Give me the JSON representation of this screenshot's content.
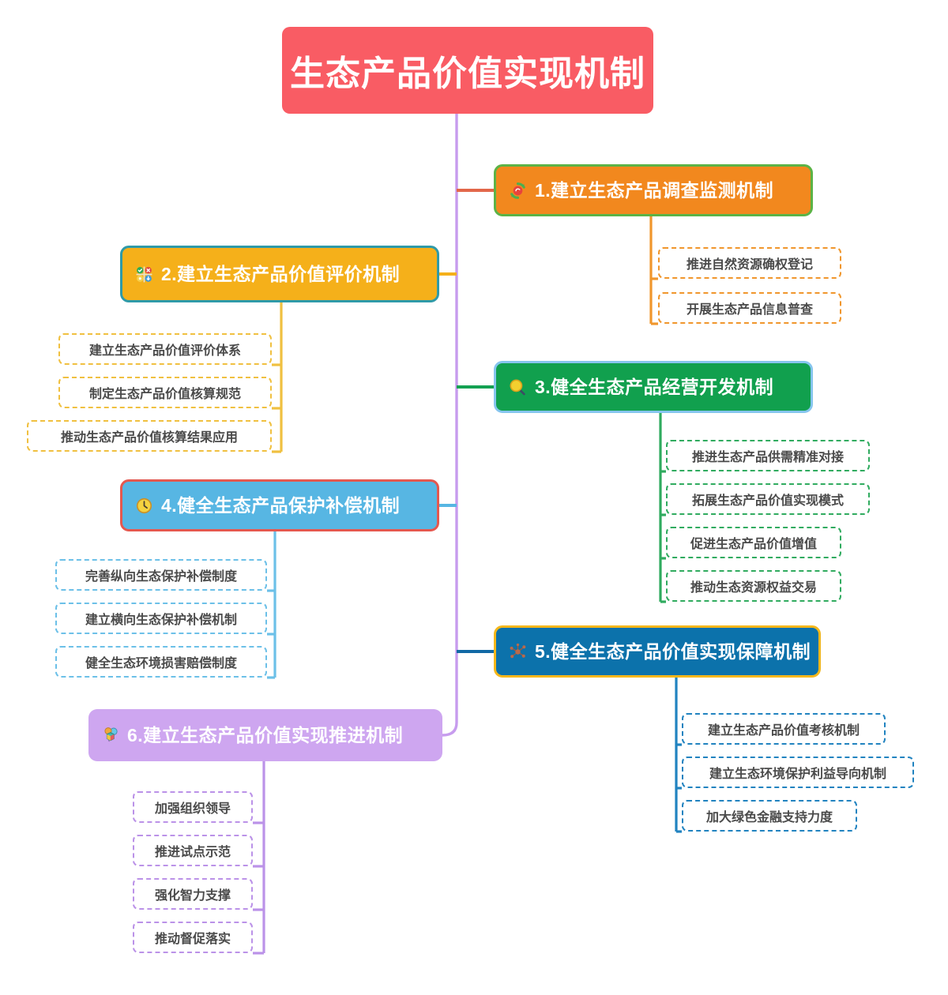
{
  "diagram": {
    "type": "mind-map",
    "title": "生态产品价值实现机制",
    "orientation": "double-sided",
    "background": "#ffffff"
  },
  "root": {
    "label": "生态产品价值实现机制",
    "fill": "#f95c64",
    "text_color": "#ffffff",
    "spine_color": "#c79cee"
  },
  "branches": [
    {
      "number": "1",
      "label": "1.建立生态产品调查监测机制",
      "icon": "recycle-arrows-icon",
      "side": "right",
      "fill": "#f2881e",
      "border": "#5cb346",
      "connector": "#e2674a",
      "leaf_border": "#f0962c",
      "children": [
        {
          "label": "推进自然资源确权登记"
        },
        {
          "label": "开展生态产品信息普查"
        }
      ]
    },
    {
      "number": "2",
      "label": "2.建立生态产品价值评价机制",
      "icon": "matrix-grid-icon",
      "side": "left",
      "fill": "#f5b01a",
      "border": "#2f9aa8",
      "connector": "#f5b01a",
      "leaf_border": "#f0c040",
      "children": [
        {
          "label": "建立生态产品价值评价体系"
        },
        {
          "label": "制定生态产品价值核算规范"
        },
        {
          "label": "推动生态产品价值核算结果应用"
        }
      ]
    },
    {
      "number": "3",
      "label": "3.健全生态产品经营开发机制",
      "icon": "magnifier-icon",
      "side": "right",
      "fill": "#11a04e",
      "border": "#86c5ee",
      "connector": "#14a152",
      "leaf_border": "#30ab5f",
      "children": [
        {
          "label": "推进生态产品供需精准对接"
        },
        {
          "label": "拓展生态产品价值实现模式"
        },
        {
          "label": "促进生态产品价值增值"
        },
        {
          "label": "推动生态资源权益交易"
        }
      ]
    },
    {
      "number": "4",
      "label": "4.健全生态产品保护补偿机制",
      "icon": "clock-icon",
      "side": "left",
      "fill": "#57b6e3",
      "border": "#e4584f",
      "connector": "#57b6e3",
      "leaf_border": "#6cc0e8",
      "children": [
        {
          "label": "完善纵向生态保护补偿制度"
        },
        {
          "label": "建立横向生态保护补偿机制"
        },
        {
          "label": "健全生态环境损害赔偿制度"
        }
      ]
    },
    {
      "number": "5",
      "label": "5.健全生态产品价值实现保障机制",
      "icon": "network-nodes-icon",
      "side": "right",
      "fill": "#0c72ab",
      "border": "#f5b71a",
      "connector": "#1169a5",
      "leaf_border": "#2183c0",
      "children": [
        {
          "label": "建立生态产品价值考核机制"
        },
        {
          "label": "建立生态环境保护利益导向机制"
        },
        {
          "label": "加大绿色金融支持力度"
        }
      ]
    },
    {
      "number": "6",
      "label": "6.建立生态产品价值实现推进机制",
      "icon": "balloons-cube-icon",
      "side": "left",
      "fill": "#cea6f0",
      "border": "#cea6f0",
      "connector": "#c79cee",
      "leaf_border": "#bb92e8",
      "children": [
        {
          "label": "加强组织领导"
        },
        {
          "label": "推进试点示范"
        },
        {
          "label": "强化智力支撑"
        },
        {
          "label": "推动督促落实"
        }
      ]
    }
  ]
}
